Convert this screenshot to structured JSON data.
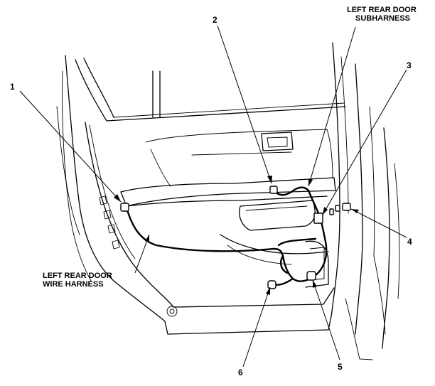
{
  "callouts": {
    "n1": "1",
    "n2": "2",
    "n3": "3",
    "n4": "4",
    "n5": "5",
    "n6": "6"
  },
  "labels": {
    "subharness_line1": "LEFT REAR DOOR",
    "subharness_line2": "SUBHARNESS",
    "wire_harness_line1": "LEFT REAR DOOR",
    "wire_harness_line2": "WIRE HARNESS"
  }
}
